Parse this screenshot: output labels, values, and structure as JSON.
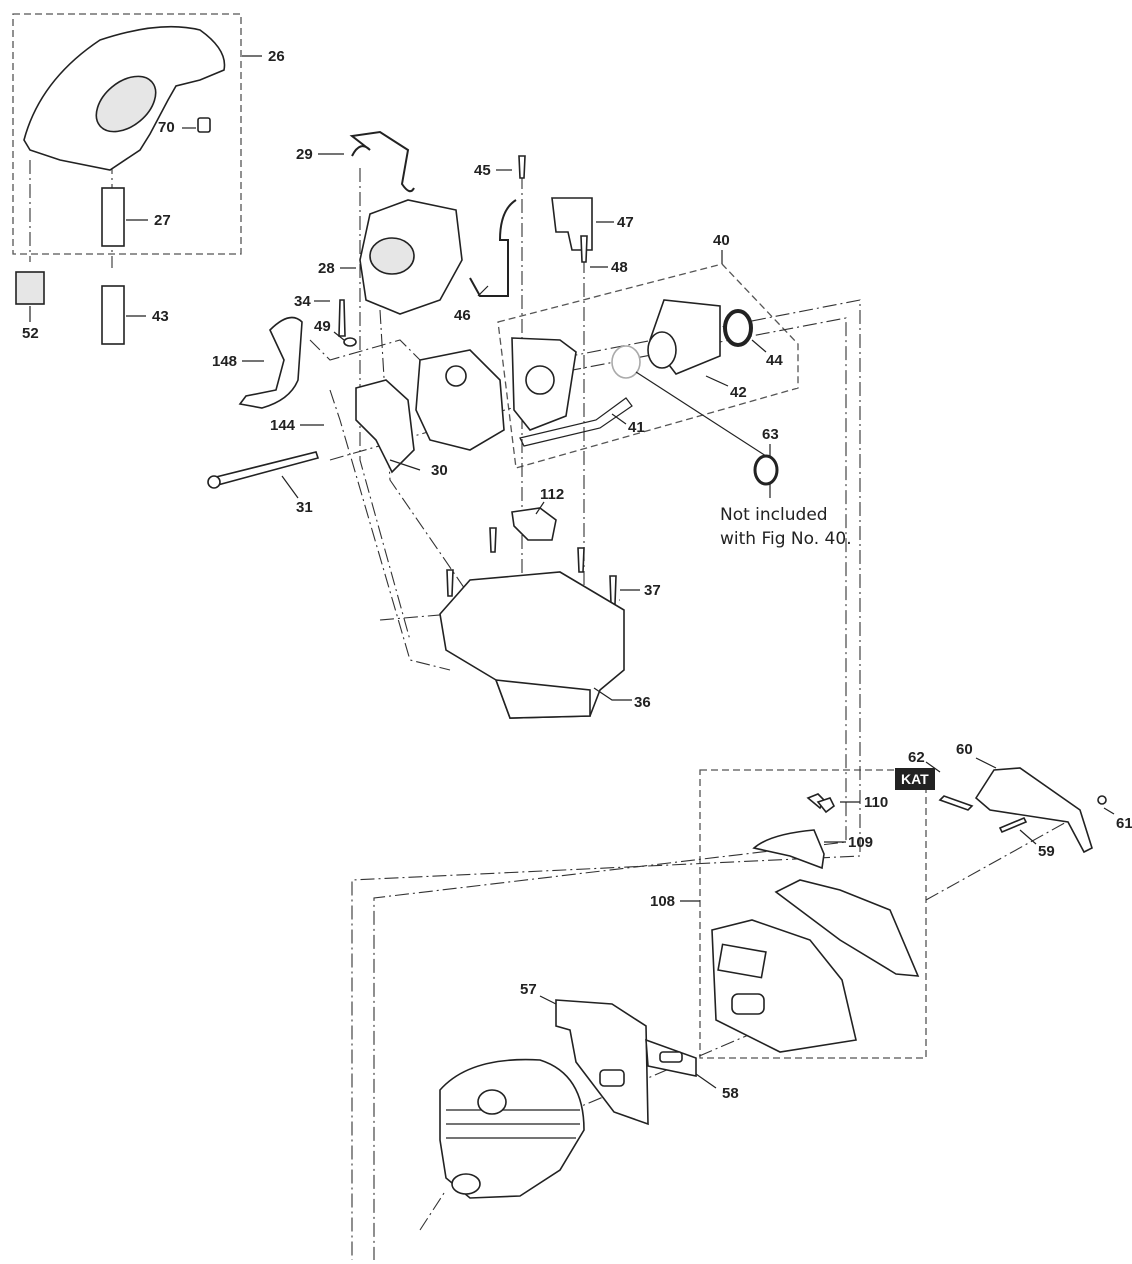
{
  "diagram": {
    "type": "exploded-parts-diagram",
    "labels": [
      {
        "id": "26",
        "text": "26"
      },
      {
        "id": "70",
        "text": "70"
      },
      {
        "id": "27",
        "text": "27"
      },
      {
        "id": "52",
        "text": "52"
      },
      {
        "id": "43",
        "text": "43"
      },
      {
        "id": "29",
        "text": "29"
      },
      {
        "id": "28",
        "text": "28"
      },
      {
        "id": "34",
        "text": "34"
      },
      {
        "id": "49",
        "text": "49"
      },
      {
        "id": "148",
        "text": "148"
      },
      {
        "id": "144",
        "text": "144"
      },
      {
        "id": "30",
        "text": "30"
      },
      {
        "id": "31",
        "text": "31"
      },
      {
        "id": "45",
        "text": "45"
      },
      {
        "id": "46",
        "text": "46"
      },
      {
        "id": "47",
        "text": "47"
      },
      {
        "id": "48",
        "text": "48"
      },
      {
        "id": "40",
        "text": "40"
      },
      {
        "id": "44",
        "text": "44"
      },
      {
        "id": "42",
        "text": "42"
      },
      {
        "id": "41",
        "text": "41"
      },
      {
        "id": "63",
        "text": "63"
      },
      {
        "id": "112",
        "text": "112"
      },
      {
        "id": "37",
        "text": "37"
      },
      {
        "id": "36",
        "text": "36"
      },
      {
        "id": "62",
        "text": "62"
      },
      {
        "id": "60",
        "text": "60"
      },
      {
        "id": "61",
        "text": "61"
      },
      {
        "id": "110",
        "text": "110"
      },
      {
        "id": "109",
        "text": "109"
      },
      {
        "id": "59",
        "text": "59"
      },
      {
        "id": "108",
        "text": "108"
      },
      {
        "id": "57",
        "text": "57"
      },
      {
        "id": "58",
        "text": "58"
      }
    ],
    "badge": "KAT",
    "note_line1": "Not included",
    "note_line2": "with Fig No. 40.",
    "accent_color": "#222222"
  }
}
